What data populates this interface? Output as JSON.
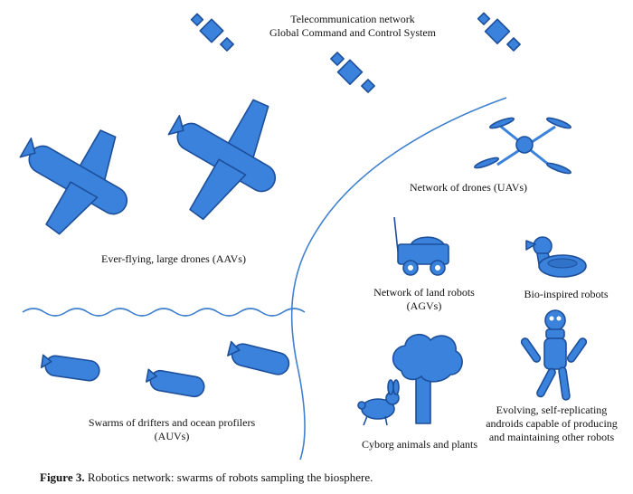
{
  "labels": {
    "network_line1": "Telecommunication network",
    "network_line2": "Global Command and Control System",
    "aavs": "Ever-flying, large drones (AAVs)",
    "uavs": "Network of drones (UAVs)",
    "agvs_line1": "Network of land robots",
    "agvs_line2": "(AGVs)",
    "bio": "Bio-inspired robots",
    "auvs_line1": "Swarms of drifters and ocean profilers",
    "auvs_line2": "(AUVs)",
    "cyborg": "Cyborg animals and plants",
    "android_line1": "Evolving, self-replicating",
    "android_line2": "androids capable of producing",
    "android_line3": "and maintaining other robots"
  },
  "caption": {
    "prefix": "Figure 3.",
    "text": " Robotics network: swarms of robots sampling the biosphere."
  },
  "colors": {
    "robot_fill": "#3a82dc",
    "robot_outline": "#1d4f9a",
    "line": "#3f80cf"
  },
  "icons": [
    "satellite-icon",
    "aav-drone-icon",
    "quadcopter-icon",
    "land-robot-icon",
    "bird-robot-icon",
    "auv-icon",
    "rabbit-icon",
    "tree-icon",
    "android-icon"
  ]
}
